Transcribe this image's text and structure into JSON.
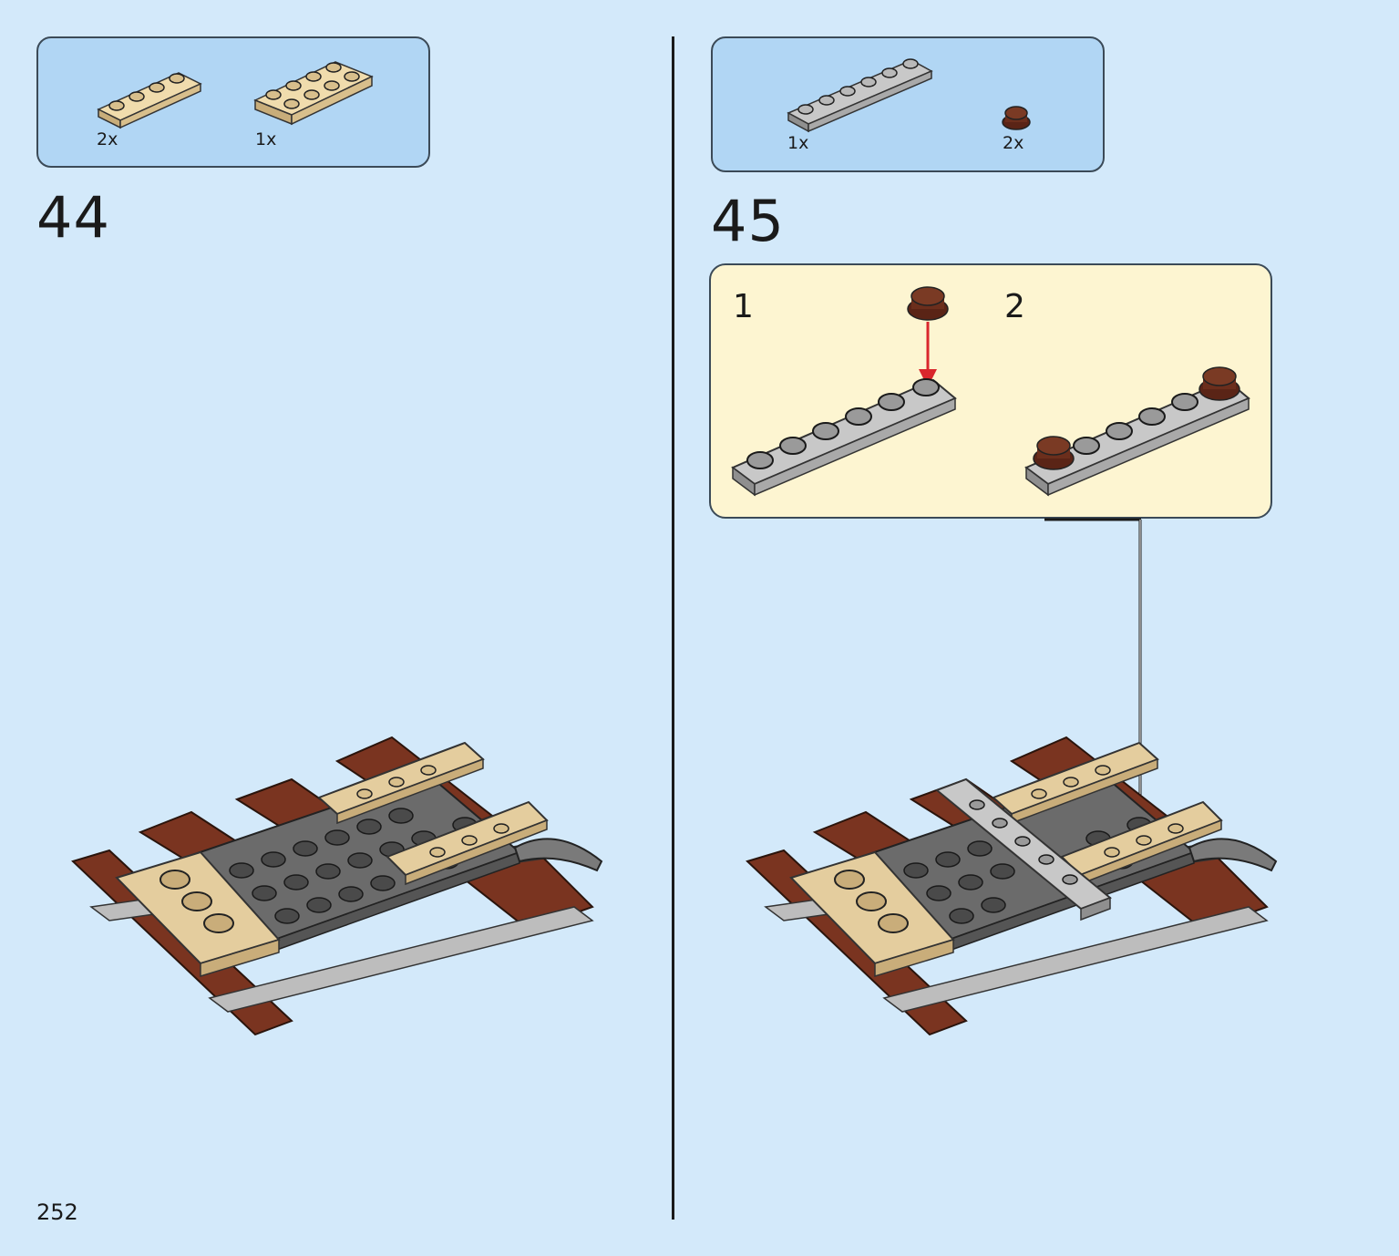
{
  "page": {
    "number": "252"
  },
  "steps": [
    {
      "number": "44",
      "parts": [
        {
          "qty": "2x",
          "color": "#e4cd9e",
          "icon": "tan-plate-1x4-icon"
        },
        {
          "qty": "1x",
          "color": "#e4cd9e",
          "icon": "tan-plate-2x4-icon"
        }
      ]
    },
    {
      "number": "45",
      "parts": [
        {
          "qty": "1x",
          "color": "#a9a9a9",
          "icon": "gray-plate-1x6-icon"
        },
        {
          "qty": "2x",
          "color": "#6b2e1c",
          "icon": "brown-round-plate-1x1-icon"
        }
      ],
      "substeps": [
        {
          "number": "1"
        },
        {
          "number": "2"
        }
      ]
    }
  ],
  "colors": {
    "background": "#d3e9fa",
    "parts_box": "#b1d6f4",
    "substep_box": "#fdf5d1",
    "tan": "#e4cd9e",
    "dark_gray": "#6b6b6b",
    "light_gray": "#a9a9a9",
    "reddish_brown": "#6b2e1c",
    "arrow_red": "#d9262c"
  }
}
